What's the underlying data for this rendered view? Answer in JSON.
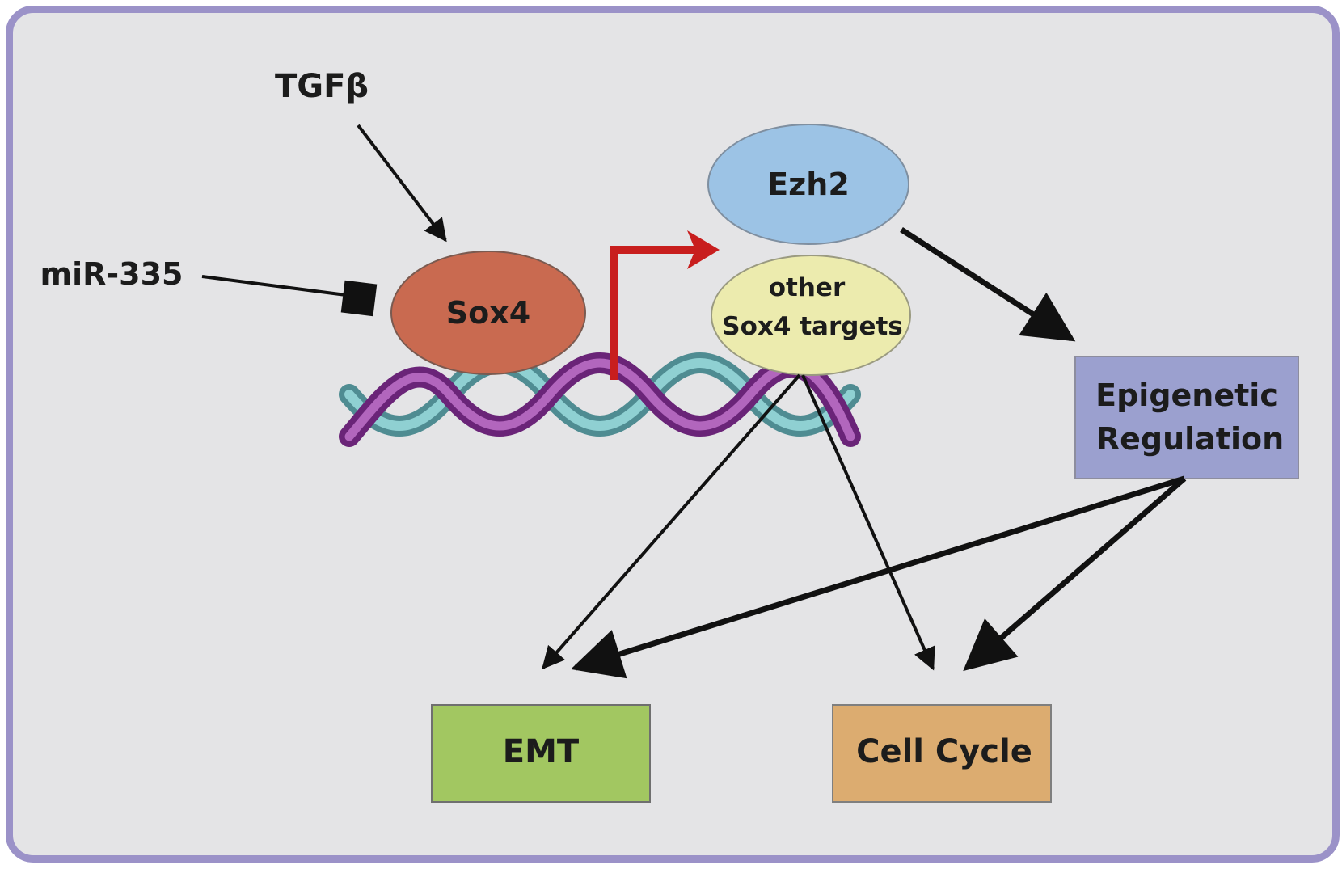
{
  "nodes": {
    "tgfb": "TGFβ",
    "mir335": "miR-335",
    "sox4": "Sox4",
    "ezh2": "Ezh2",
    "other_targets_line1": "other",
    "other_targets_line2": "Sox4 targets",
    "epigenetic_line1": "Epigenetic",
    "epigenetic_line2": "Regulation",
    "emt": "EMT",
    "cell_cycle": "Cell Cycle"
  },
  "colors": {
    "frame_border": "#9b92c8",
    "background": "#e4e4e6",
    "sox4": "#c96a50",
    "ezh2": "#9cc3e5",
    "other_targets": "#ecebae",
    "epigenetic": "#9ba0cf",
    "emt": "#a2c761",
    "cell_cycle": "#dcac70",
    "transcription_arrow": "#c81e1e",
    "dna_strand_a": "#8a3c96",
    "dna_strand_b": "#6fb4b8"
  },
  "edges": [
    {
      "from": "TGFβ",
      "to": "Sox4",
      "type": "activates"
    },
    {
      "from": "miR-335",
      "to": "Sox4",
      "type": "inhibits"
    },
    {
      "from": "Sox4",
      "to": "Ezh2",
      "type": "transcription"
    },
    {
      "from": "Ezh2",
      "to": "Epigenetic Regulation",
      "type": "activates"
    },
    {
      "from": "other Sox4 targets",
      "to": "EMT",
      "type": "activates"
    },
    {
      "from": "other Sox4 targets",
      "to": "Cell Cycle",
      "type": "activates"
    },
    {
      "from": "Epigenetic Regulation",
      "to": "EMT",
      "type": "activates"
    },
    {
      "from": "Epigenetic Regulation",
      "to": "Cell Cycle",
      "type": "activates"
    }
  ]
}
